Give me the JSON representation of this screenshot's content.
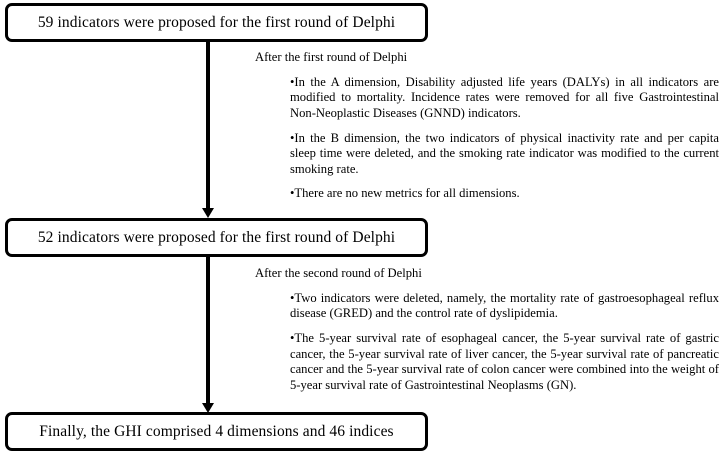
{
  "figure": {
    "type": "flowchart",
    "orientation": "vertical",
    "accent_color": "#000000",
    "background_color": "#ffffff"
  },
  "nodes": [
    {
      "id": "node-1",
      "label": "59 indicators were proposed for the first round of Delphi"
    },
    {
      "id": "node-2",
      "label": "52 indicators were proposed for the first round of Delphi"
    },
    {
      "id": "node-3",
      "label": "Finally, the GHI comprised 4 dimensions and 46 indices"
    }
  ],
  "connectors": [
    {
      "id": "arrow-1",
      "from": "node-1",
      "to": "node-2",
      "style": "solid-arrow-down"
    },
    {
      "id": "arrow-2",
      "from": "node-2",
      "to": "node-3",
      "style": "solid-arrow-down"
    }
  ],
  "annotations": [
    {
      "id": "annotation-1",
      "heading": "After the first round of Delphi",
      "bullet_glyph": "•",
      "bullets": [
        "In the A dimension, Disability adjusted life years (DALYs) in all indicators are modified to mortality. Incidence rates were removed for all five Gastrointestinal Non-Neoplastic Diseases (GNND) indicators.",
        "In the B dimension, the two indicators of physical inactivity rate and per capita sleep time were deleted, and the smoking rate indicator was modified to the current smoking rate.",
        "There are no new metrics for all dimensions."
      ]
    },
    {
      "id": "annotation-2",
      "heading": "After the second round of Delphi",
      "bullet_glyph": "•",
      "bullets": [
        "Two indicators were deleted, namely, the mortality rate of gastroesophageal reflux disease (GRED) and the control rate of dyslipidemia.",
        "The 5-year survival rate of esophageal cancer, the 5-year survival rate of gastric cancer, the 5-year survival rate of liver cancer, the 5-year survival rate of pancreatic cancer and the 5-year survival rate of colon cancer were combined into the weight of 5-year survival rate of Gastrointestinal Neoplasms (GN)."
      ]
    }
  ]
}
